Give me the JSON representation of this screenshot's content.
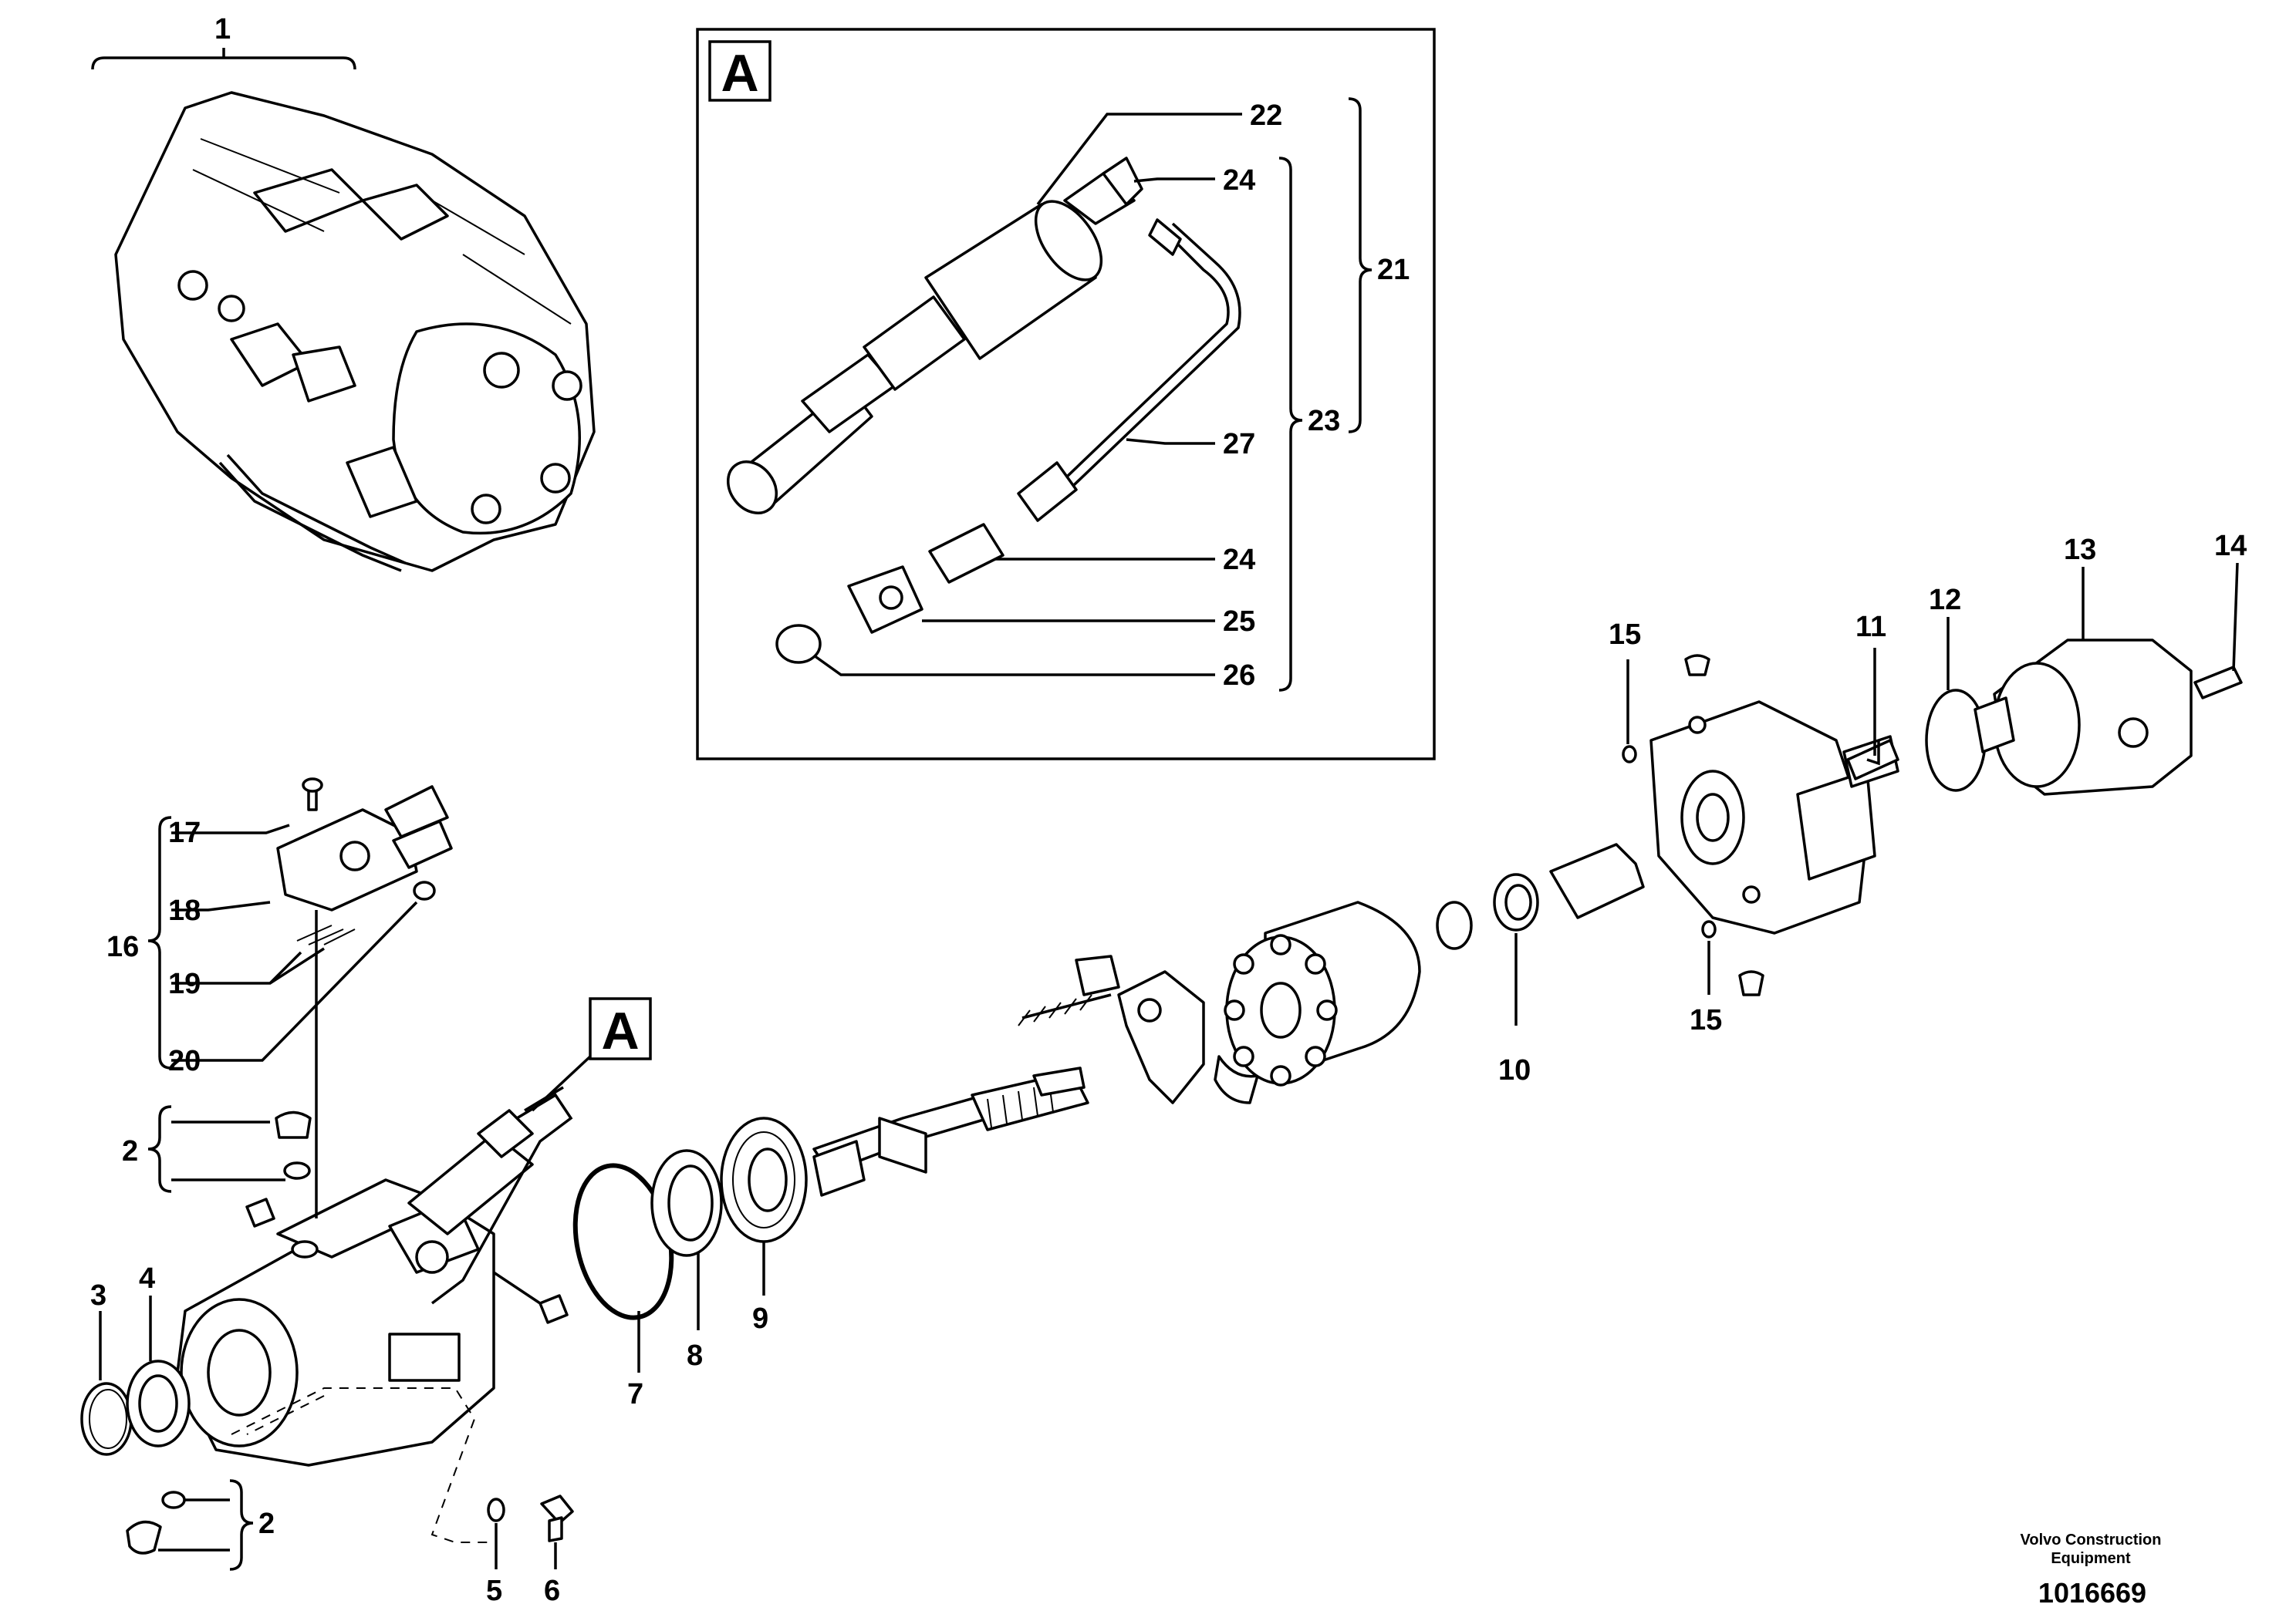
{
  "callouts": {
    "c1": "1",
    "c2a": "2",
    "c2b": "2",
    "c3": "3",
    "c4": "4",
    "c5": "5",
    "c6": "6",
    "c7": "7",
    "c8": "8",
    "c9": "9",
    "c10": "10",
    "c11": "11",
    "c12": "12",
    "c13": "13",
    "c14": "14",
    "c15a": "15",
    "c15b": "15",
    "c16": "16",
    "c17": "17",
    "c18": "18",
    "c19": "19",
    "c20": "20",
    "c21": "21",
    "c22": "22",
    "c23": "23",
    "c24a": "24",
    "c24b": "24",
    "c25": "25",
    "c26": "26",
    "c27": "27"
  },
  "detail_label": "A",
  "detail_reference_label": "A",
  "footer": {
    "maker_line1": "Volvo Construction",
    "maker_line2": "Equipment",
    "doc_number": "1016669"
  }
}
